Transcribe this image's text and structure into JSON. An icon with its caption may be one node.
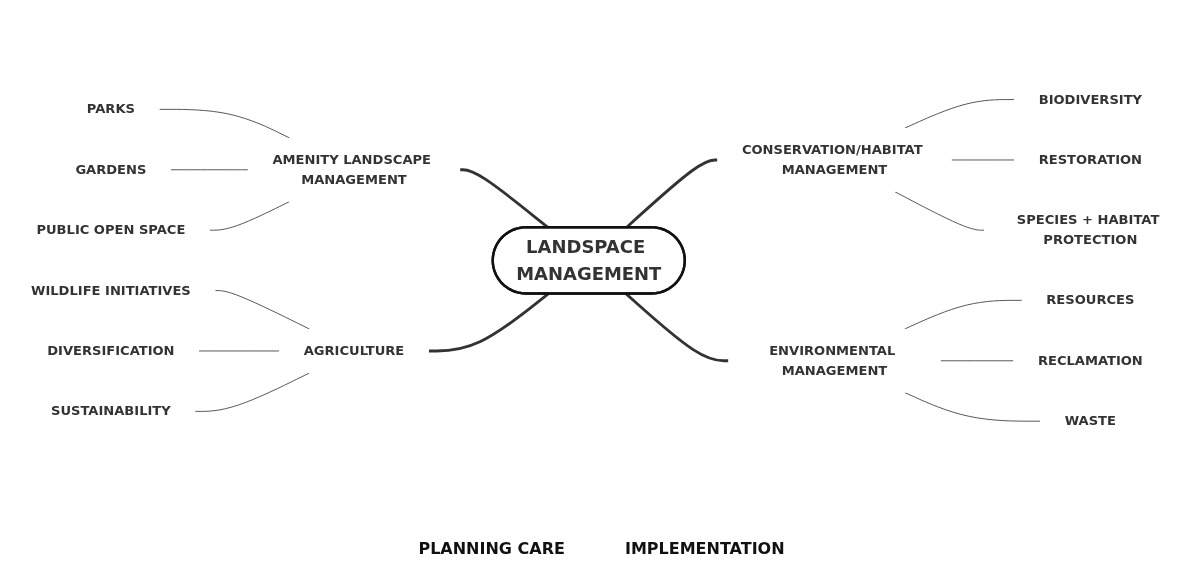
{
  "diagram": {
    "nodes": [
      {
        "text": [
          "LANDSPACE MANAGEMENT"
        ]
      },
      {
        "text": [
          "AMENITY LANDSCAPE MANAGEMENT"
        ]
      },
      {
        "text": [
          "PARKS"
        ]
      },
      {
        "text": [
          "GARDENS"
        ]
      },
      {
        "text": [
          "PUBLIC OPEN SPACE"
        ]
      },
      {
        "text": [
          "CONSERVATION/HABITAT MANAGEMENT"
        ]
      },
      {
        "text": [
          "BIODIVERSITY"
        ]
      },
      {
        "text": [
          "RESTORATION"
        ]
      },
      {
        "text": [
          "SPECIES + HABITAT PROTECTION"
        ]
      },
      {
        "text": [
          "WILDLIFE INITIATIVES"
        ]
      },
      {
        "text": [
          "AGRICULTURE"
        ]
      },
      {
        "text": [
          "DIVERSIFICATION"
        ]
      },
      {
        "text": [
          "SUSTAINABILITY"
        ]
      },
      {
        "text": [
          "ENVIRONMENTAL MANAGEMENT"
        ]
      },
      {
        "text": [
          "RESOURCES"
        ]
      },
      {
        "text": [
          "RECLAMATION"
        ]
      },
      {
        "text": [
          "WASTE"
        ]
      }
    ],
    "edges": [
      {
        "from": 1,
        "to": 0,
        "arrow": "none",
        "style": "thick"
      },
      {
        "from": 2,
        "to": 1,
        "arrow": "none"
      },
      {
        "from": 3,
        "to": 1,
        "arrow": "none"
      },
      {
        "from": 4,
        "to": 1,
        "arrow": "none"
      },
      {
        "from": 0,
        "to": 5,
        "arrow": "none",
        "style": "thick"
      },
      {
        "from": 5,
        "to": 6,
        "arrow": "none"
      },
      {
        "from": 5,
        "to": 7,
        "arrow": "none"
      },
      {
        "from": 5,
        "to": 8,
        "arrow": "none"
      },
      {
        "from": 10,
        "to": 0,
        "arrow": "none",
        "style": "thick"
      },
      {
        "from": 9,
        "to": 10,
        "arrow": "none"
      },
      {
        "from": 11,
        "to": 10,
        "arrow": "none"
      },
      {
        "from": 12,
        "to": 10,
        "arrow": "none"
      },
      {
        "from": 0,
        "to": 13,
        "arrow": "none",
        "style": "thick"
      },
      {
        "from": 13,
        "to": 14,
        "arrow": "none"
      },
      {
        "from": 13,
        "to": 15,
        "arrow": "none"
      },
      {
        "from": 13,
        "to": 16,
        "arrow": "none"
      }
    ],
    "labels": [
      "PLANNING CARE",
      "IMPLEMENTATION"
    ]
  }
}
